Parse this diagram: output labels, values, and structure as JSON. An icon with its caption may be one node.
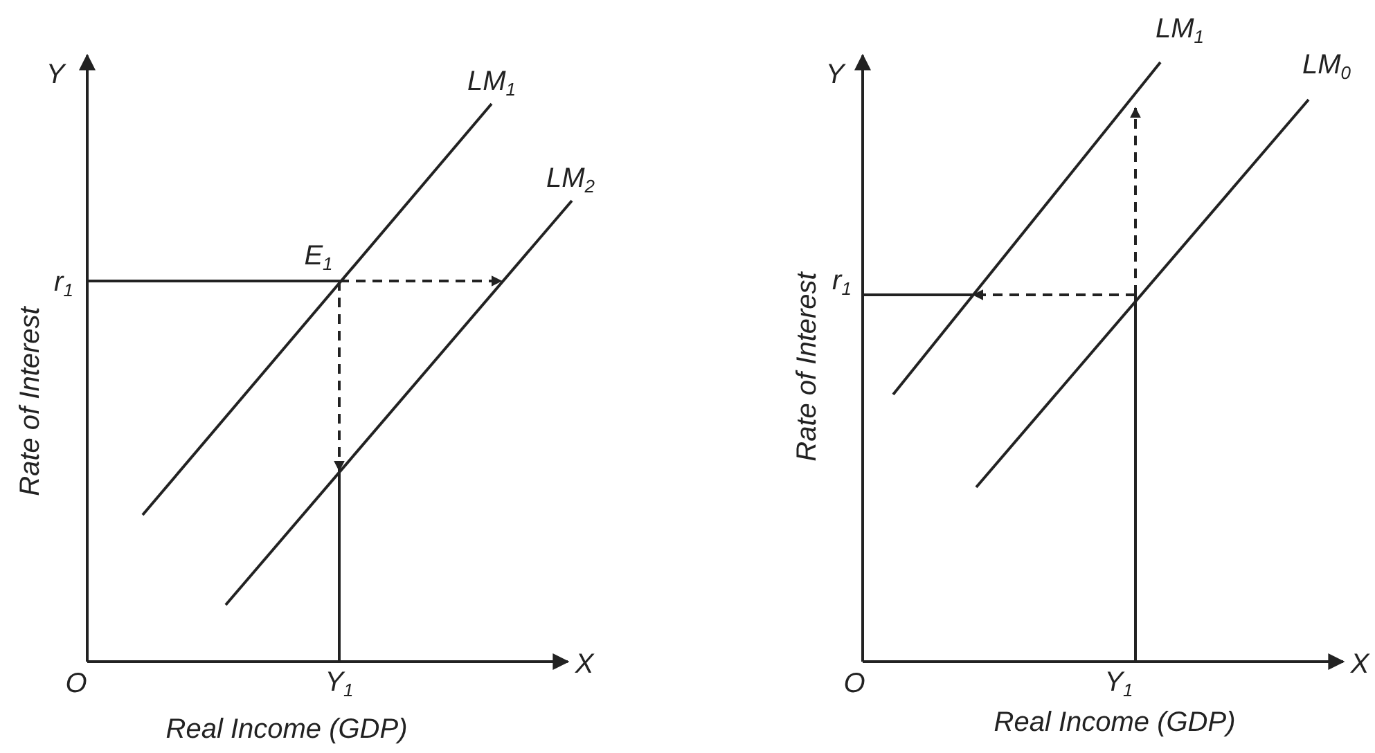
{
  "diagram": {
    "labels": [
      "Y",
      "LM$_{1}$",
      "LM$_{2}$",
      "r$_{1}$",
      "E$_{1}$",
      "Rate of Interest",
      "O",
      "Y$_{1}$",
      "X",
      "Real Income (GDP)",
      "Y",
      "LM$_{1}$",
      "LM$_{0}$",
      "r$_{1}$",
      "Rate of Interest",
      "O",
      "Y$_{1}$",
      "X",
      "Real Income (GDP)"
    ]
  }
}
